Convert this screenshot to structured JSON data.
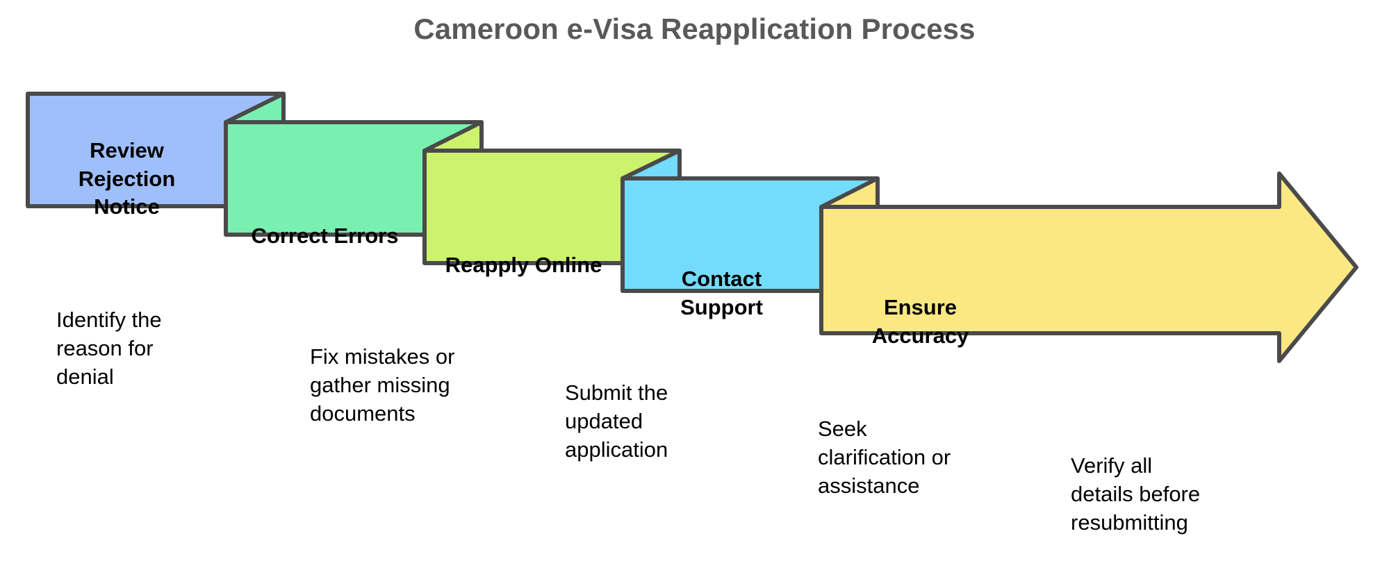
{
  "title": "Cameroon e-Visa Reapplication Process",
  "title_color": "#595959",
  "background_color": "#ffffff",
  "outline_color": "#4a4a4a",
  "diagram": {
    "type": "process-arrow-flow",
    "direction": "left-to-right-descending",
    "step_count": 5
  },
  "steps": [
    {
      "index": 1,
      "label": "Review\nRejection\nNotice",
      "caption": "Identify the\nreason for\ndenial",
      "color": "#9FBFFA",
      "color_name": "blue"
    },
    {
      "index": 2,
      "label": "Correct Errors",
      "caption": "Fix mistakes or\ngather missing\ndocuments",
      "color": "#79F0B0",
      "color_name": "green"
    },
    {
      "index": 3,
      "label": "Reapply Online",
      "caption": "Submit the\nupdated\napplication",
      "color": "#CDF26E",
      "color_name": "lime"
    },
    {
      "index": 4,
      "label": "Contact\nSupport",
      "caption": "Seek\nclarification or\nassistance",
      "color": "#73DBFB",
      "color_name": "cyan"
    },
    {
      "index": 5,
      "label": "Ensure\nAccuracy",
      "caption": "Verify all\ndetails before\nresubmitting",
      "color": "#FCE883",
      "color_name": "yellow"
    }
  ]
}
